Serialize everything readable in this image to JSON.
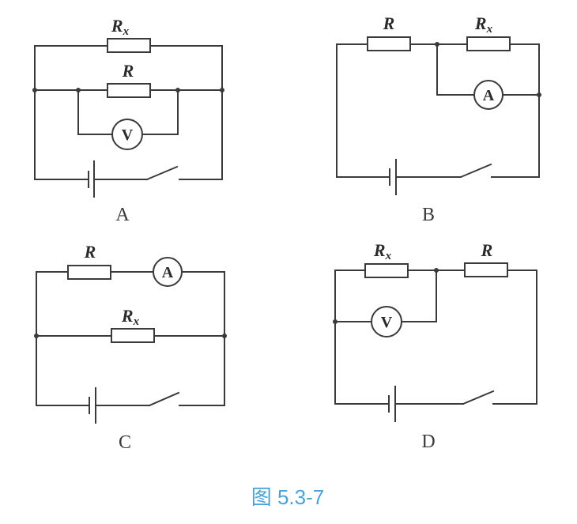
{
  "figure": {
    "caption": "图 5.3-7",
    "caption_color": "#4aa3d8",
    "line_color": "#3a3a3a"
  },
  "circuits": [
    {
      "option": "A",
      "components": {
        "rx": {
          "label": "R",
          "sub": "x"
        },
        "r": {
          "label": "R"
        },
        "meter": {
          "type": "voltmeter",
          "symbol": "V"
        }
      }
    },
    {
      "option": "B",
      "components": {
        "r": {
          "label": "R"
        },
        "rx": {
          "label": "R",
          "sub": "x"
        },
        "meter": {
          "type": "ammeter",
          "symbol": "A"
        }
      }
    },
    {
      "option": "C",
      "components": {
        "r": {
          "label": "R"
        },
        "rx": {
          "label": "R",
          "sub": "x"
        },
        "meter": {
          "type": "ammeter",
          "symbol": "A"
        }
      }
    },
    {
      "option": "D",
      "components": {
        "rx": {
          "label": "R",
          "sub": "x"
        },
        "r": {
          "label": "R"
        },
        "meter": {
          "type": "voltmeter",
          "symbol": "V"
        }
      }
    }
  ]
}
